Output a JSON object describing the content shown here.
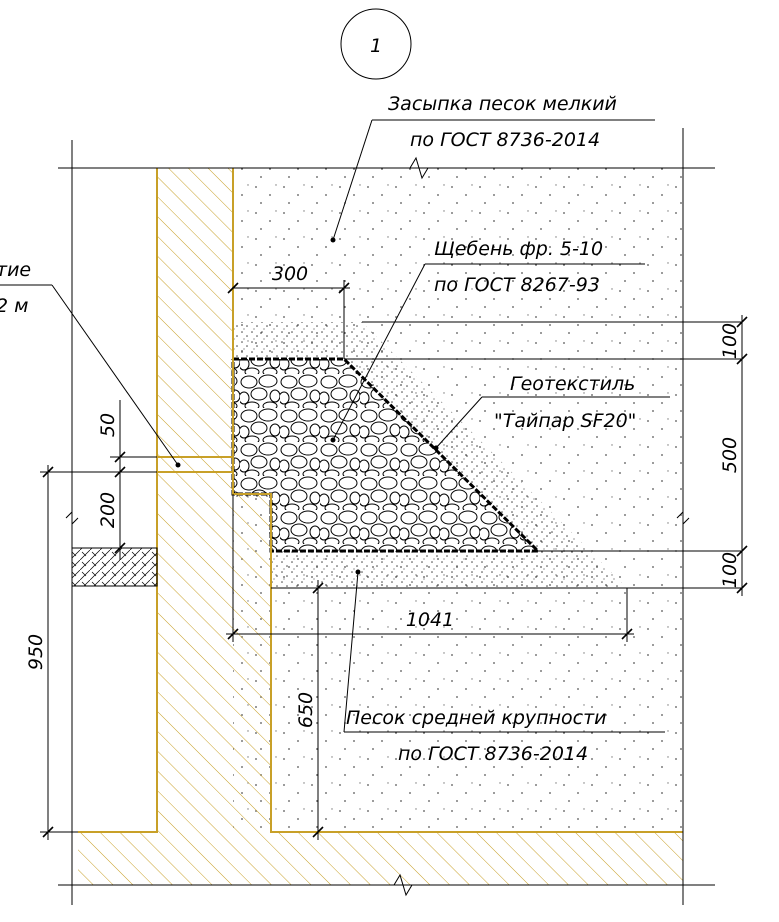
{
  "callout_number": "1",
  "labels": {
    "backfill_line1": "Засыпка песок мелкий",
    "backfill_line2": "по ГОСТ 8736-2014",
    "gravel_line1": "Щебень фр. 5-10",
    "gravel_line2": "по ГОСТ 8267-93",
    "geotextile_line1": "Геотекстиль",
    "geotextile_line2": "\"Тайпар SF20\"",
    "sand_line1": "Песок средней крупности",
    "sand_line2": "по ГОСТ 8736-2014",
    "cut_left_line1": "тие",
    "cut_left_line2": "2 м"
  },
  "dimensions": {
    "d300": "300",
    "d100_top": "100",
    "d500": "500",
    "d100_bottom": "100",
    "d50": "50",
    "d200": "200",
    "d950": "950",
    "d650": "650",
    "d1041": "1041"
  },
  "colors": {
    "concrete_outline": "#c8a028",
    "hatch": "#c8a028",
    "line": "#000000"
  }
}
